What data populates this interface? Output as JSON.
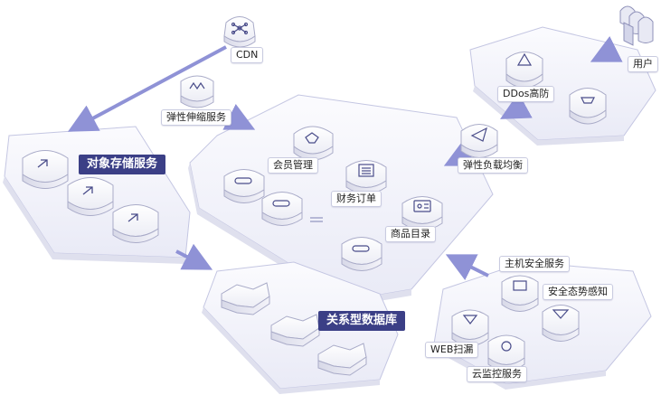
{
  "labels": {
    "cdn": "CDN",
    "elastic_scaling": "弹性伸缩服务",
    "object_storage": "对象存储服务",
    "member_mgmt": "会员管理",
    "finance_order": "财务订单",
    "product_catalog": "商品目录",
    "user": "用户",
    "ddos": "DDos高防",
    "load_balancer": "弹性负载均衡",
    "relational_db": "关系型数据库",
    "host_security": "主机安全服务",
    "situation_awareness": "安全态势感知",
    "web_scan": "WEB扫漏",
    "cloud_monitor": "云监控服务"
  },
  "colors": {
    "arrow": "#8f92d6",
    "platform_stroke": "#c4c6e2",
    "platform_fill": "#f4f5fb",
    "dark_label": "#3b3f86"
  }
}
